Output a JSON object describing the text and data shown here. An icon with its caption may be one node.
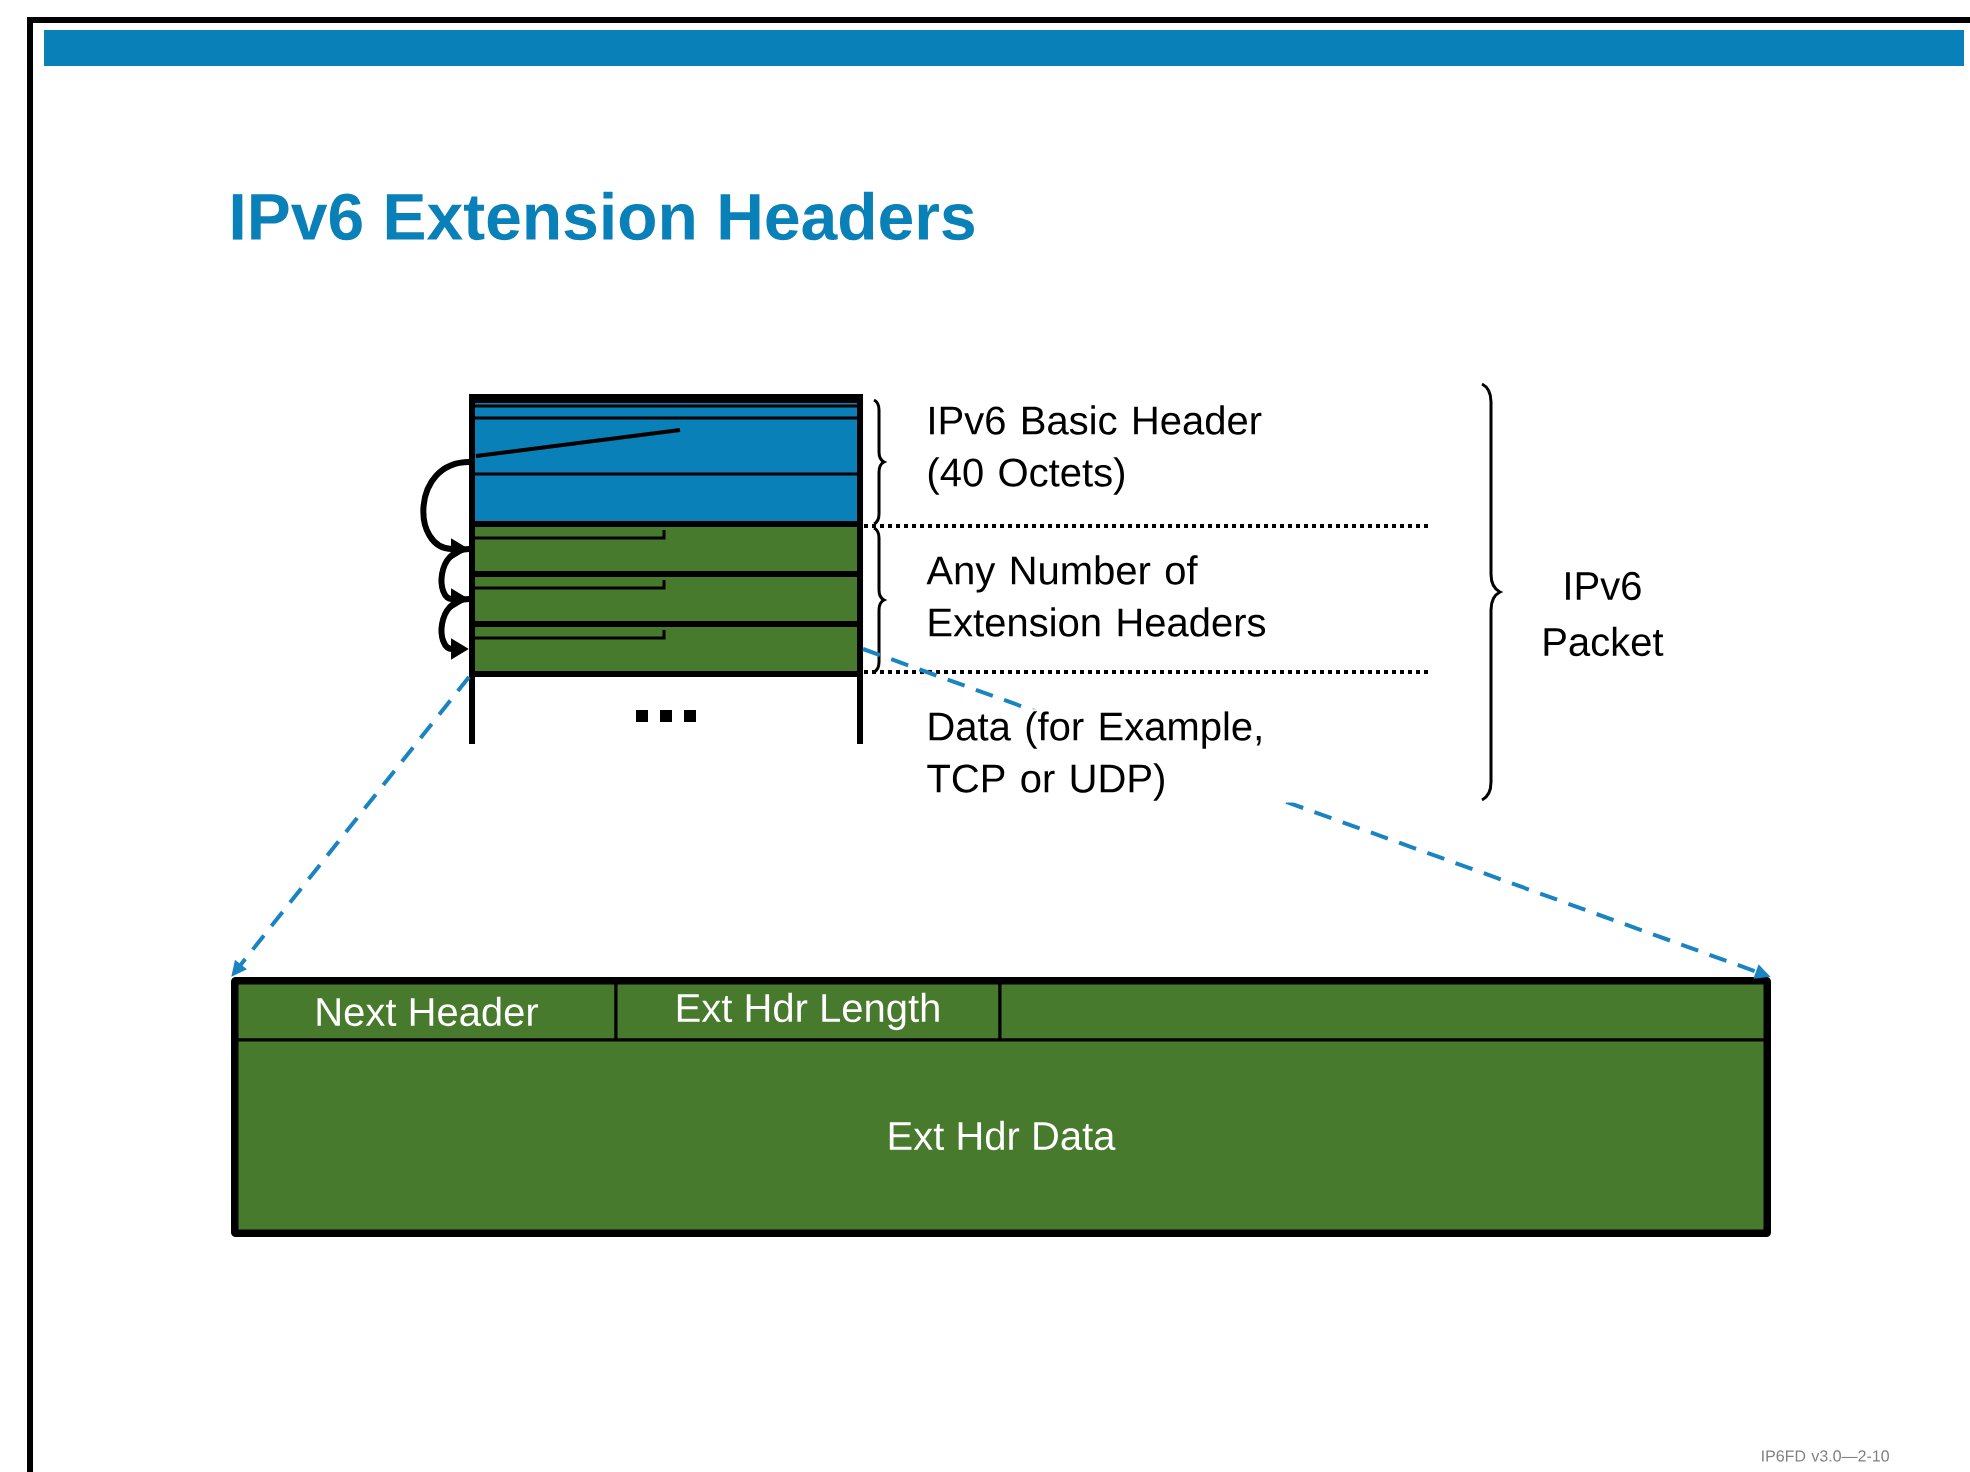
{
  "diagram": {
    "title": "IPv6 Extension Headers",
    "nodes": [
      {
        "text": [],
        "shape": "bar"
      },
      {
        "text": [],
        "shape": "bar"
      },
      {
        "text": [],
        "shape": "bar"
      },
      {
        "text": [],
        "shape": "bar"
      },
      {
        "text": [],
        "shape": "box"
      },
      {
        "text": [
          "Next Header"
        ],
        "in": 4
      },
      {
        "text": [
          "Ext Hdr Length"
        ],
        "in": 4
      },
      {
        "text": [],
        "shape": "box",
        "in": 4
      },
      {
        "text": [
          "Ext Hdr Data"
        ],
        "in": 4
      }
    ],
    "edges": [
      {
        "from": 0,
        "to": 1,
        "arrow": "to"
      },
      {
        "from": 1,
        "to": 2,
        "arrow": "to"
      },
      {
        "from": 2,
        "to": 3,
        "arrow": "to"
      },
      {
        "from": 3,
        "to": 4,
        "arrow": "to",
        "style": "dashed",
        "color": "#1a84c0"
      },
      {
        "from": 3,
        "to": 4,
        "arrow": "to",
        "style": "dashed",
        "color": "#1a84c0"
      }
    ],
    "labels": [
      "IPv6 Basic Header (40 Octets)",
      "Any Number of Extension Headers",
      "Data (for Example, TCP or UDP)",
      "IPv6 Packet",
      "IP6FD v3.0—2-10"
    ]
  }
}
